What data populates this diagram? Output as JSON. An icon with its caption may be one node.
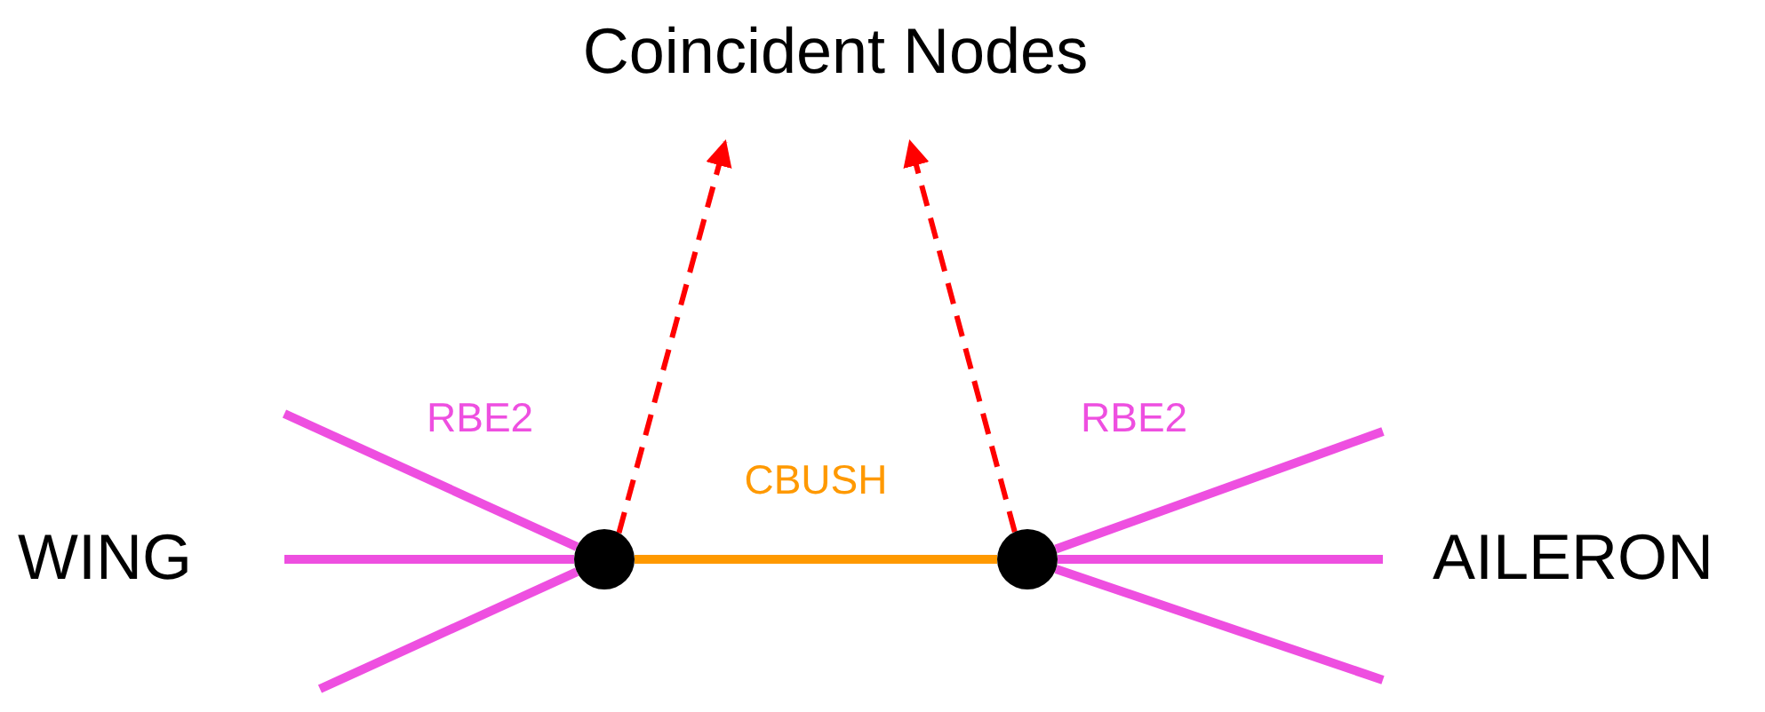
{
  "diagram": {
    "nodes": [
      {
        "text": [
          "Coincident Nodes"
        ]
      },
      {
        "text": [],
        "shape": "circle"
      },
      {
        "text": [],
        "shape": "circle"
      }
    ],
    "edges": [
      {
        "from": 1,
        "to": 0,
        "arrow": "to",
        "style": "dashed",
        "color": "#ff0000"
      },
      {
        "from": 2,
        "to": 0,
        "arrow": "to",
        "style": "dashed",
        "color": "#ff0000"
      },
      {
        "from": null,
        "to": 1,
        "arrow": "none"
      },
      {
        "from": null,
        "to": 1,
        "arrow": "none"
      },
      {
        "from": null,
        "to": 1,
        "arrow": "none"
      },
      {
        "from": 1,
        "to": 2,
        "arrow": "none",
        "label": "CBUSH",
        "color": "#ff9900"
      },
      {
        "from": 2,
        "to": null,
        "arrow": "none"
      },
      {
        "from": 2,
        "to": null,
        "arrow": "none"
      },
      {
        "from": 2,
        "to": null,
        "arrow": "none"
      }
    ],
    "labels": [
      "RBE2",
      "RBE2",
      "WING",
      "AILERON"
    ]
  }
}
